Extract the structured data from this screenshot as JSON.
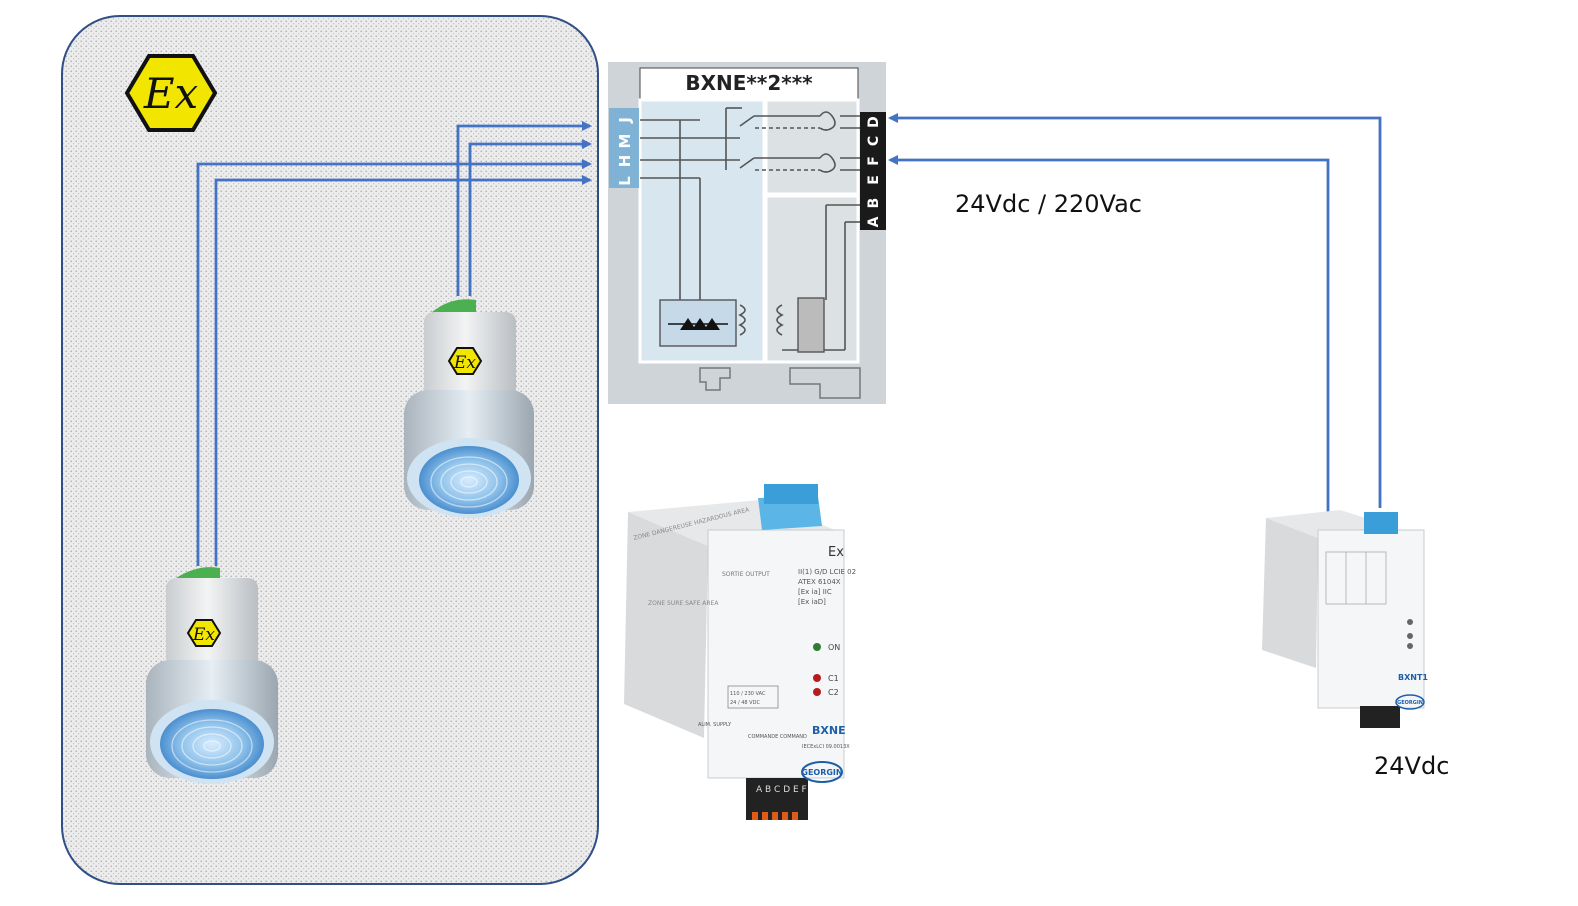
{
  "hazard_zone": {
    "symbol": "Ex"
  },
  "schematic": {
    "title": "BXNE**2***",
    "hazardous_terminals": [
      "J",
      "M",
      "H",
      "L"
    ],
    "safe_terminals": [
      "D",
      "C",
      "F",
      "E",
      "B",
      "A"
    ]
  },
  "labels": {
    "supply_bxne": "24Vdc / 220Vac",
    "supply_bxnt": "24Vdc"
  },
  "devices": {
    "sensor_badge": "Ex",
    "bxne_unit": {
      "name": "BXNE",
      "brand": "GEORGIN",
      "led_on": "ON",
      "led_c1": "C1",
      "led_c2": "C2",
      "cert_lines": [
        "II(1) G/D LCIE 02",
        "ATEX 6104X",
        "[Ex ia] IIC",
        "[Ex iaD]"
      ],
      "iecex": "IECExLCI 09.0013X",
      "zone_hazard": "ZONE DANGEREUSE HAZARDOUS AREA",
      "zone_safe": "ZONE SURE SAFE AREA",
      "sortie": "SORTIE OUTPUT",
      "alim": "ALIM. SUPPLY",
      "commande": "COMMANDE COMMAND",
      "bottom_terminals": "A B C D E F",
      "voltage_1": "110 / 230 VAC",
      "voltage_2": "24 / 48 VDC"
    },
    "bxnt_unit": {
      "name": "BXNT1",
      "brand": "GEORGIN"
    }
  },
  "colors": {
    "wire": "#4472c4",
    "ex_yellow": "#f2e600",
    "terminal_hazard": "#7fb2d4",
    "terminal_safe": "#1a1a1a",
    "zone_border": "#2f4f86"
  }
}
